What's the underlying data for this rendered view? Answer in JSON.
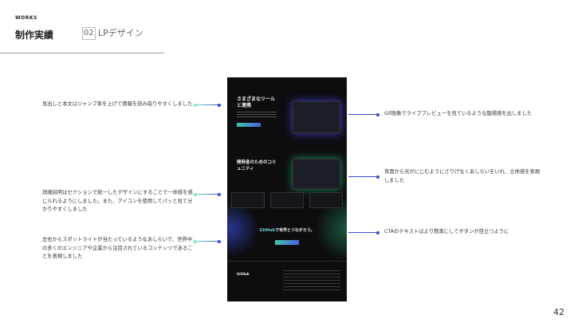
{
  "header": {
    "section": "WORKS",
    "title": "制作実績",
    "number": "02",
    "subtitle": "LPデザイン"
  },
  "notes_left": [
    "見出しと本文はジャンプ率を上げて情報を読み取りやすくしました",
    "詳細説明はセクションで統一したデザインにすることで一体感を感じられるようにしました。また、アイコンを使用してパッと見て分かりやすくしました",
    "左右からスポットライトが当たっているようなあしらいで、世界中の多くのエンジニアや企業から注目されているコンテンツであることを表現しました"
  ],
  "notes_right": [
    "Gif画像でライブプレビューを見ているような臨場感を出しました",
    "背面から光がにじむようにさりげなくあしらいをいれ、立体感を表現しました",
    "CTAのテキストはより簡潔にしてボタンが目立つように"
  ],
  "mockup": {
    "hero_title": "さまざまなツールと連携",
    "community_title": "開発者のためのコミュニティ",
    "cta_brand": "GitHub",
    "cta_text": "で世界とつながろう。",
    "footer_logo": "GitHub"
  },
  "page_number": "42"
}
